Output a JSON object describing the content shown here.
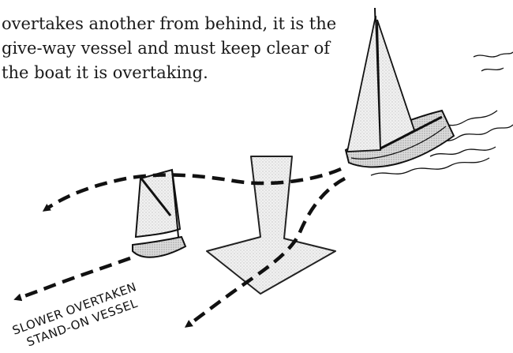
{
  "passage": {
    "lines": [
      "overtakes another from behind, it is the",
      "give-way vessel and must keep clear of",
      "the boat it is overtaking."
    ]
  },
  "caption": {
    "line1": "SLOWER OVERTAKEN",
    "line2": "STAND-ON VESSEL"
  }
}
